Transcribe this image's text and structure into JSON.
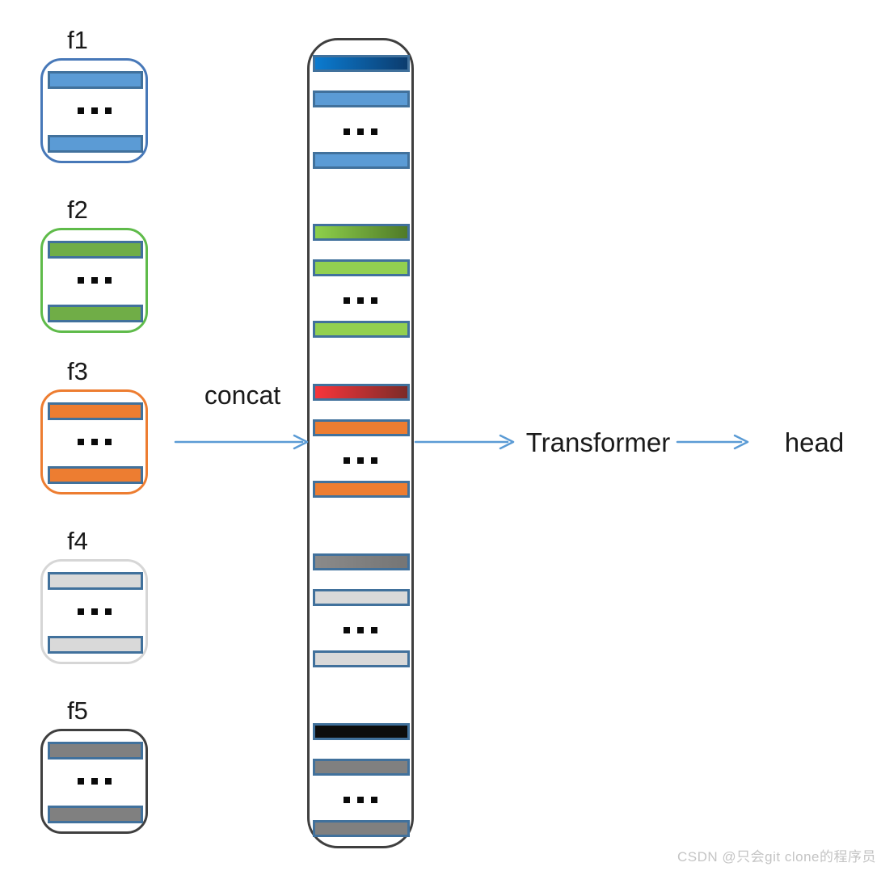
{
  "labels": {
    "concat": "concat",
    "transformer": "Transformer",
    "head": "head",
    "watermark": "CSDN @只会git clone的程序员"
  },
  "colors": {
    "arrow": "#5b9bd5",
    "text": "#1a1a1a",
    "column_border": "#3f3f3f",
    "bar_border": "#41719c",
    "dot": "#0a0a0a",
    "watermark": "#c4c4c4"
  },
  "icons": {
    "ellipsis": "three-square-dots",
    "flow_arrow": "right-arrow-open-head"
  },
  "features": [
    {
      "label": "f1",
      "box_border": "#4778b8",
      "bar_fill": "#5b9bd5",
      "bar_border": "#41719c"
    },
    {
      "label": "f2",
      "box_border": "#5fbb4a",
      "bar_fill": "#70ad47",
      "bar_border": "#41719c"
    },
    {
      "label": "f3",
      "box_border": "#ed7d31",
      "bar_fill": "#ed7d31",
      "bar_border": "#41719c"
    },
    {
      "label": "f4",
      "box_border": "#d6d6d6",
      "bar_fill": "#d9d9d9",
      "bar_border": "#41719c"
    },
    {
      "label": "f5",
      "box_border": "#3f3f3f",
      "bar_fill": "#808080",
      "bar_border": "#41719c"
    }
  ],
  "column_groups": [
    {
      "special_from": "#0b7bd0",
      "special_to": "#0c3c6e",
      "bar_fill": "#5b9bd5",
      "bar_border": "#41719c"
    },
    {
      "special_from": "#8ed04b",
      "special_to": "#4f7a28",
      "bar_fill": "#92d050",
      "bar_border": "#41719c"
    },
    {
      "special_from": "#f8353b",
      "special_to": "#7c2b28",
      "bar_fill": "#ed7d31",
      "bar_border": "#41719c"
    },
    {
      "special_from": "#8a8a8a",
      "special_to": "#757575",
      "bar_fill": "#d9d9d9",
      "bar_border": "#41719c"
    },
    {
      "special_from": "#0d0d0d",
      "special_to": "#0d0d0d",
      "bar_fill": "#808080",
      "bar_border": "#41719c"
    }
  ]
}
